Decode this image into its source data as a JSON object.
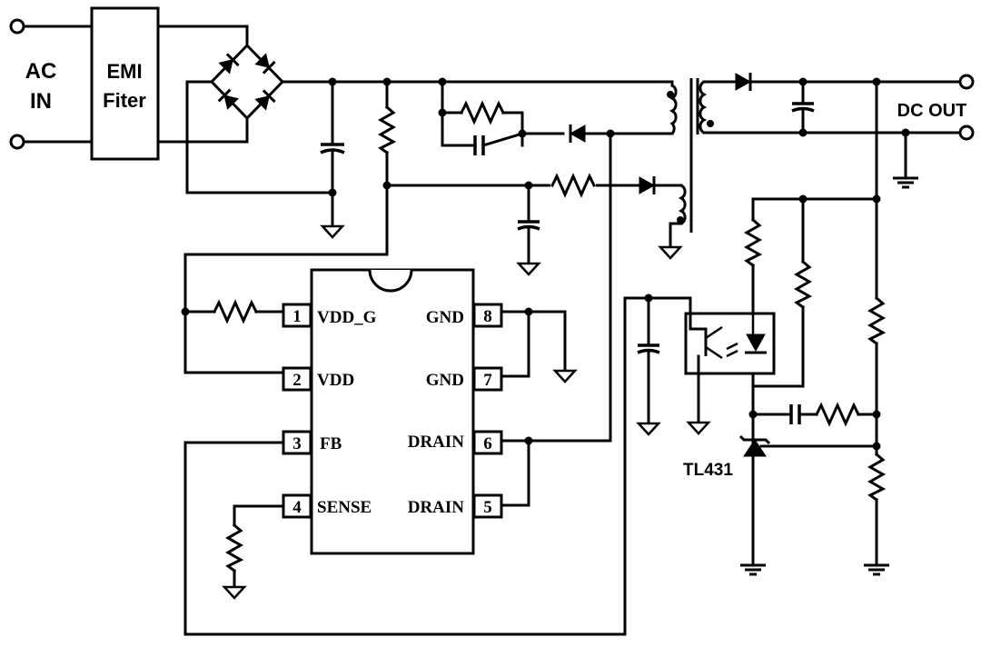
{
  "labels": {
    "ac_in_line1": "AC",
    "ac_in_line2": "IN",
    "emi_line1": "EMI",
    "emi_line2": "Fiter",
    "dc_out": "DC OUT",
    "tl431": "TL431"
  },
  "ic": {
    "pins": [
      {
        "num": "1",
        "name": "VDD_G"
      },
      {
        "num": "2",
        "name": "VDD"
      },
      {
        "num": "3",
        "name": "FB"
      },
      {
        "num": "4",
        "name": "SENSE"
      },
      {
        "num": "5",
        "name": "DRAIN"
      },
      {
        "num": "6",
        "name": "DRAIN"
      },
      {
        "num": "7",
        "name": "GND"
      },
      {
        "num": "8",
        "name": "GND"
      }
    ]
  }
}
